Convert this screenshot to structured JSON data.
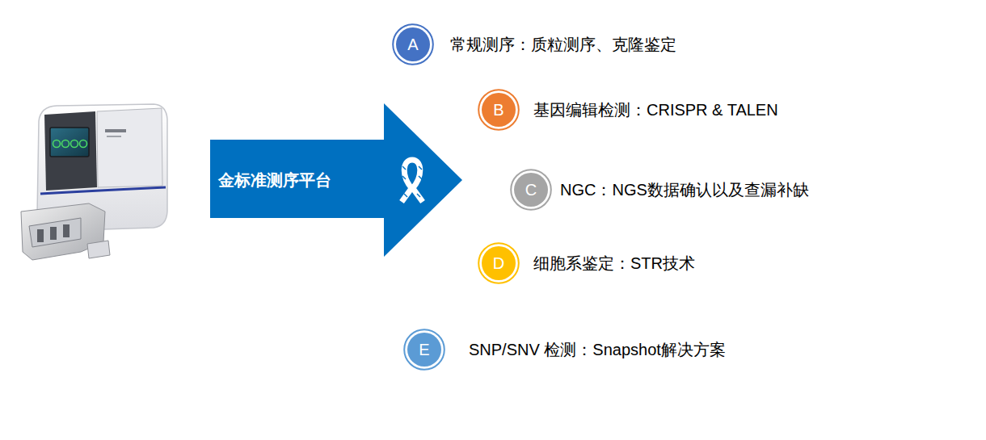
{
  "diagram": {
    "nodes": [
      {
        "text": [
          "金标准测序平台"
        ]
      },
      {
        "text": [
          "A",
          "常规测序：质粒测序、克隆鉴定"
        ]
      },
      {
        "text": [
          "B",
          "基因编辑检测：CRISPR & TALEN"
        ]
      },
      {
        "text": [
          "C",
          "NGC：NGS数据确认以及查漏补缺"
        ]
      },
      {
        "text": [
          "D",
          "细胞系鉴定：STR技术"
        ]
      },
      {
        "text": [
          "E",
          "SNP/SNV 检测：Snapshot解决方案"
        ]
      }
    ]
  }
}
